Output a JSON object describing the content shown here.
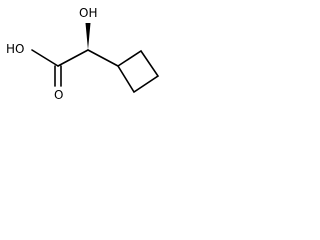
{
  "molecule": {
    "atoms": {
      "hydroxyl_top": "OH",
      "hydroxyl_acid": "HO",
      "carbonyl_oxygen": "O"
    }
  }
}
